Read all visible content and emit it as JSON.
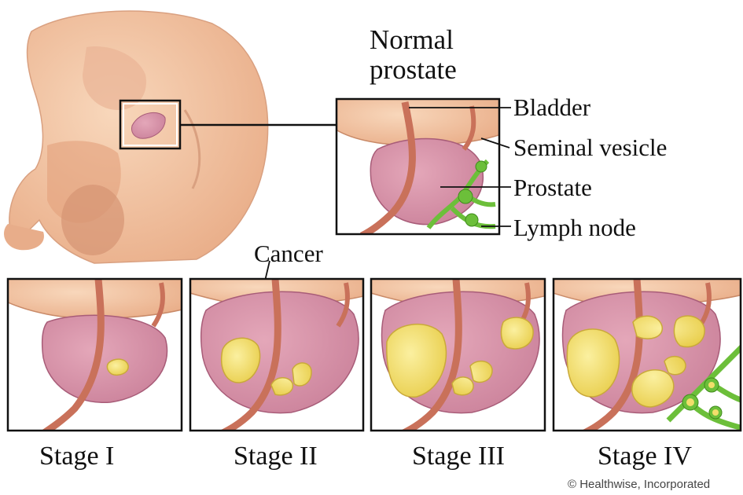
{
  "diagram": {
    "title": "Normal prostate",
    "title_lines": [
      "Normal",
      "prostate"
    ],
    "anatomy_labels": {
      "bladder": "Bladder",
      "seminal_vesicle": "Seminal vesicle",
      "prostate": "Prostate",
      "lymph_node": "Lymph node"
    },
    "cancer_label": "Cancer",
    "stages": [
      "Stage I",
      "Stage II",
      "Stage III",
      "Stage IV"
    ],
    "copyright": "© Healthwise, Incorporated"
  },
  "colors": {
    "skin": "#f3c6a4",
    "skin_dark": "#d99b78",
    "prostate": "#d98fa6",
    "prostate_edge": "#a85c78",
    "urethra": "#c9715a",
    "tumor": "#f2de6b",
    "tumor_edge": "#c9a93a",
    "lymph": "#6cbf3a",
    "frame": "#111111"
  }
}
